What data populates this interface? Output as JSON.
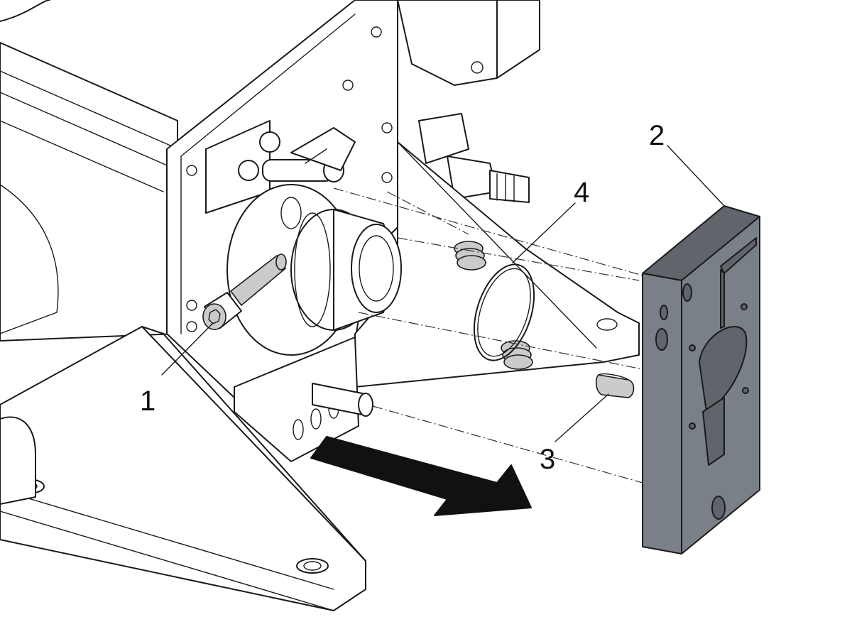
{
  "callouts": [
    {
      "id": "1",
      "label": "1"
    },
    {
      "id": "2",
      "label": "2"
    },
    {
      "id": "3",
      "label": "3"
    },
    {
      "id": "4",
      "label": "4"
    }
  ],
  "colors": {
    "line": "#1a1a1a",
    "plate": "#7a8087",
    "arrow": "#111111"
  }
}
